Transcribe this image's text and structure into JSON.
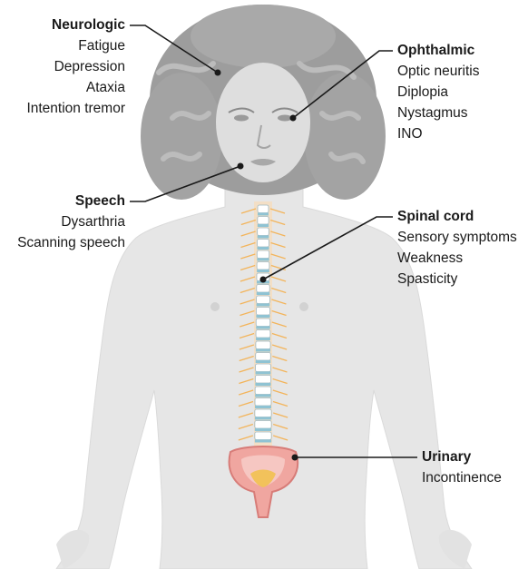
{
  "colors": {
    "body": "#e6e6e6",
    "body_edge": "#d6d6d6",
    "hair": "#9a9a9a",
    "hair_light": "#b8b8b8",
    "spine_fill": "#f3dfc6",
    "vertebra": "#ffffff",
    "disc": "#8fc3d3",
    "nerve": "#f3b45a",
    "bladder": "#f0a6a0",
    "bladder_edge": "#d77c78",
    "urine": "#f2c25b",
    "leader": "#1a1a1a"
  },
  "callouts": [
    {
      "id": "neurologic",
      "heading": "Neurologic",
      "items": [
        "Fatigue",
        "Depression",
        "Ataxia",
        "Intention tremor"
      ]
    },
    {
      "id": "ophthalmic",
      "heading": "Ophthalmic",
      "items": [
        "Optic neuritis",
        "Diplopia",
        "Nystagmus",
        "INO"
      ]
    },
    {
      "id": "speech",
      "heading": "Speech",
      "items": [
        "Dysarthria",
        "Scanning speech"
      ]
    },
    {
      "id": "spinal",
      "heading": "Spinal cord",
      "items": [
        "Sensory symptoms",
        "Weakness",
        "Spasticity"
      ]
    },
    {
      "id": "urinary",
      "heading": "Urinary",
      "items": [
        "Incontinence"
      ]
    }
  ]
}
